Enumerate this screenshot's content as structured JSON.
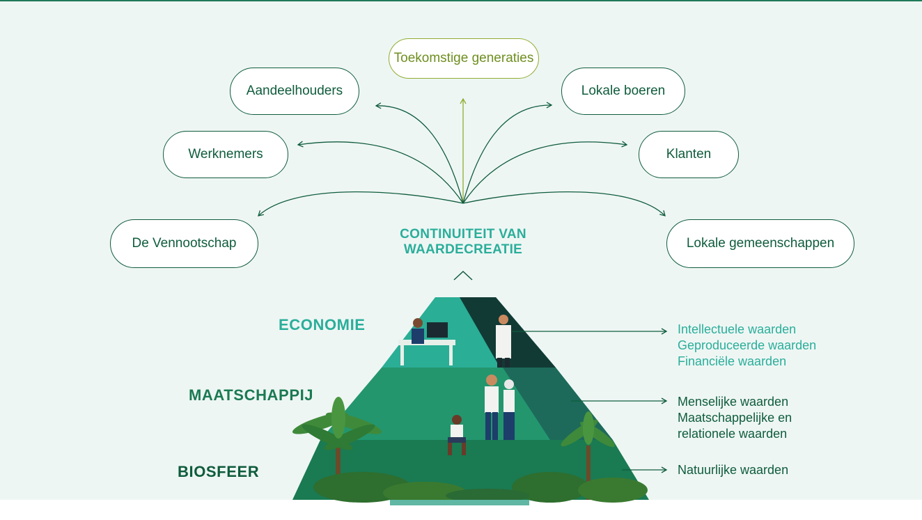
{
  "stakeholders": {
    "future": "Toekomstige generaties",
    "shareholders": "Aandeelhouders",
    "farmers": "Lokale boeren",
    "employees": "Werknemers",
    "customers": "Klanten",
    "company": "De Vennootschap",
    "communities": "Lokale gemeenschappen"
  },
  "center": {
    "line1": "CONTINUITEIT VAN",
    "line2": "WAARDECREATIE"
  },
  "levels": {
    "economy": "ECONOMIE",
    "society": "MAATSCHAPPIJ",
    "biosphere": "BIOSFEER"
  },
  "values": {
    "economy": [
      "Intellectuele waarden",
      "Geproduceerde waarden",
      "Financiële waarden"
    ],
    "society": [
      "Menselijke waarden",
      "Maatschappelijke en",
      "relationele waarden"
    ],
    "biosphere": [
      "Natuurlijke waarden"
    ]
  },
  "colors": {
    "dark_green": "#0f5c3c",
    "teal": "#2aae9a",
    "olive": "#8fac2f",
    "background": "#eef6f4"
  }
}
